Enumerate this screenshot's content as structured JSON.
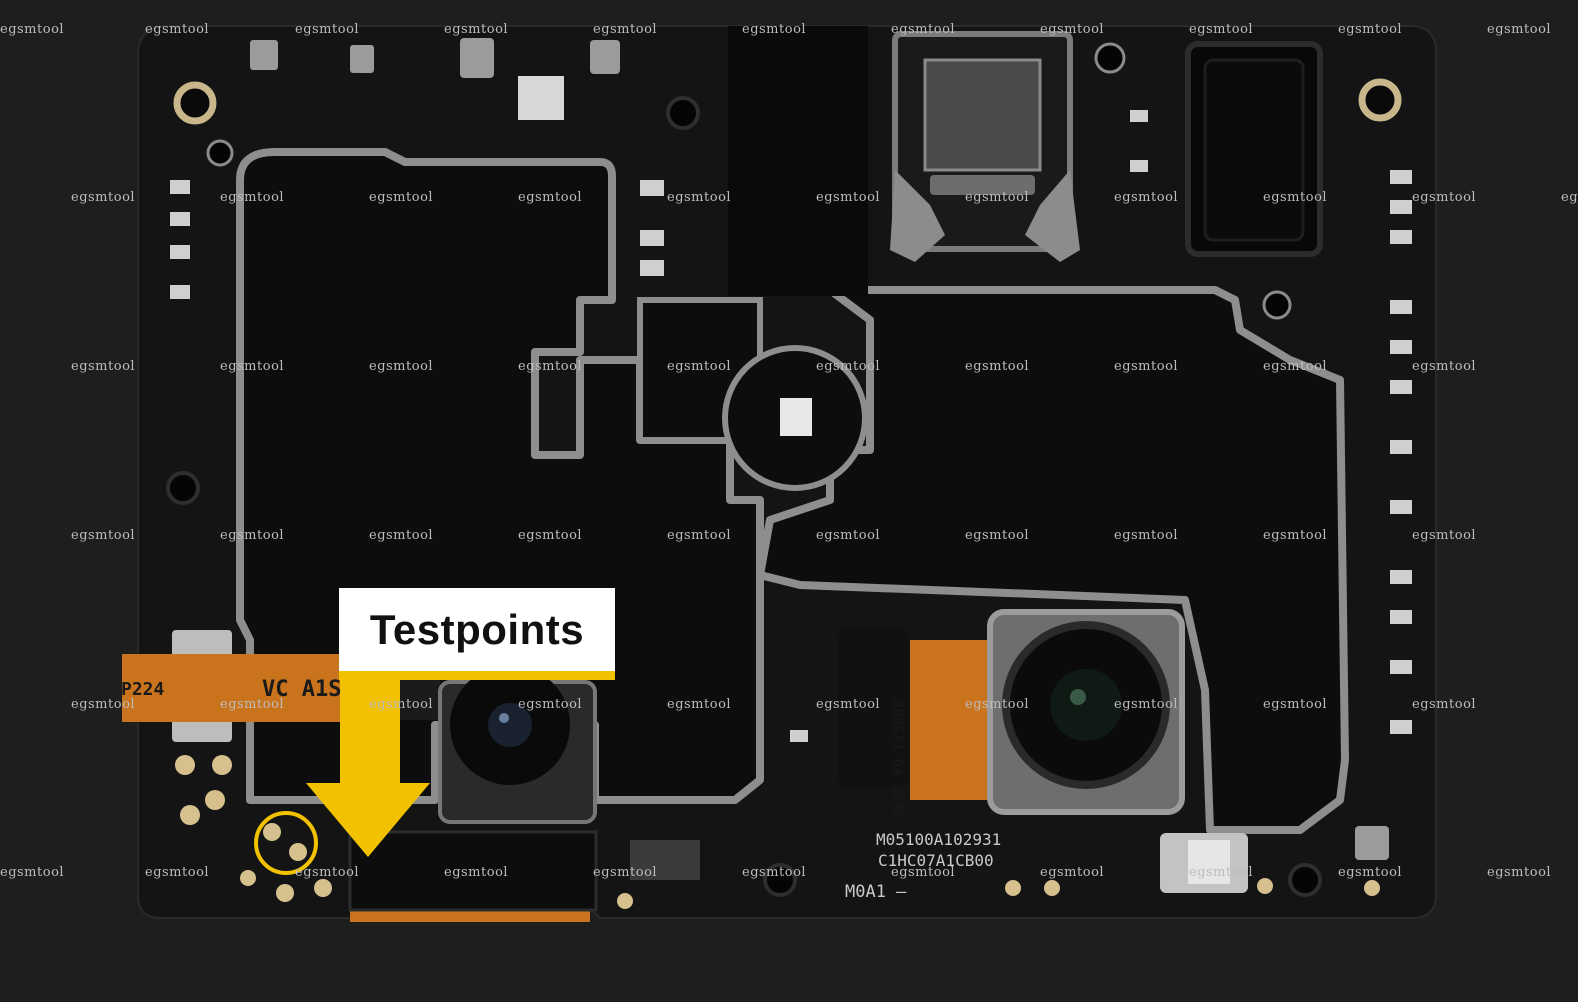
{
  "callout": {
    "label": "Testpoints",
    "accent_color": "#f2c100"
  },
  "watermark": {
    "text": "egsmtool"
  },
  "board_markings": {
    "flex_left": "P224",
    "flex_mid": "VC A1S",
    "serial_line1": "M05100A102931",
    "serial_line2": "C1HC07A1CB00",
    "board_code": "M0A1 —",
    "camera_flex": "888SA1 GA 8898"
  },
  "colors": {
    "background": "#1e1e1e",
    "pcb": "#141414",
    "shield": "#9a9a9a",
    "flex": "#c9741c"
  }
}
